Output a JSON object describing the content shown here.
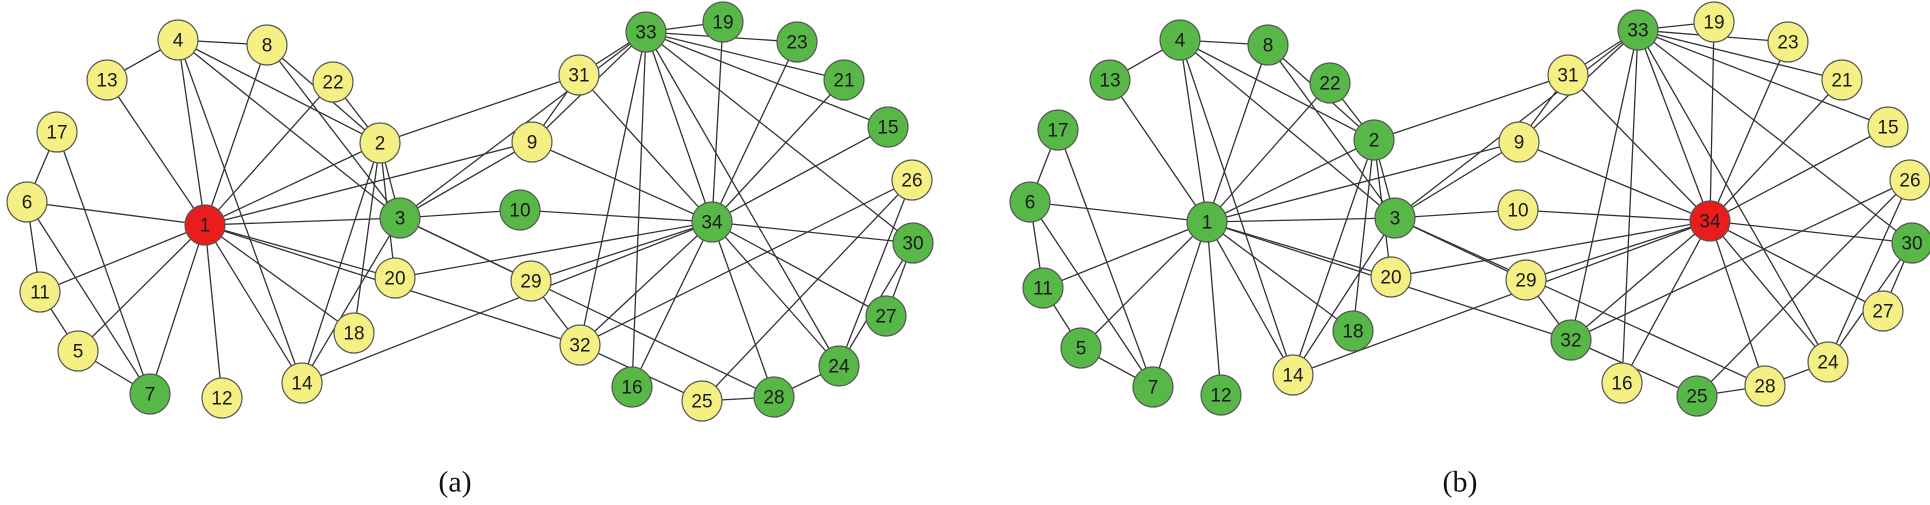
{
  "colors": {
    "yellow": "#f5f083",
    "green": "#58b847",
    "red": "#ea1c1c",
    "edge": "#333333"
  },
  "panels": [
    {
      "id": "a",
      "caption": "(a)",
      "node_colors": {
        "1": "red",
        "2": "yellow",
        "3": "green",
        "4": "yellow",
        "5": "yellow",
        "6": "yellow",
        "7": "green",
        "8": "yellow",
        "9": "yellow",
        "10": "green",
        "11": "yellow",
        "12": "yellow",
        "13": "yellow",
        "14": "yellow",
        "15": "green",
        "16": "green",
        "17": "yellow",
        "18": "yellow",
        "19": "green",
        "20": "yellow",
        "21": "green",
        "22": "yellow",
        "23": "green",
        "24": "green",
        "25": "yellow",
        "26": "yellow",
        "27": "green",
        "28": "green",
        "29": "yellow",
        "30": "green",
        "31": "yellow",
        "32": "yellow",
        "33": "green",
        "34": "green"
      }
    },
    {
      "id": "b",
      "caption": "(b)",
      "node_colors": {
        "1": "green",
        "2": "green",
        "3": "green",
        "4": "green",
        "5": "green",
        "6": "green",
        "7": "green",
        "8": "green",
        "9": "yellow",
        "10": "yellow",
        "11": "green",
        "12": "green",
        "13": "green",
        "14": "yellow",
        "15": "yellow",
        "16": "yellow",
        "17": "green",
        "18": "green",
        "19": "yellow",
        "20": "yellow",
        "21": "yellow",
        "22": "green",
        "23": "yellow",
        "24": "yellow",
        "25": "green",
        "26": "yellow",
        "27": "yellow",
        "28": "yellow",
        "29": "yellow",
        "30": "green",
        "31": "yellow",
        "32": "green",
        "33": "green",
        "34": "red"
      }
    }
  ],
  "edges": [
    [
      1,
      2
    ],
    [
      1,
      3
    ],
    [
      1,
      4
    ],
    [
      1,
      5
    ],
    [
      1,
      6
    ],
    [
      1,
      7
    ],
    [
      1,
      8
    ],
    [
      1,
      9
    ],
    [
      1,
      11
    ],
    [
      1,
      12
    ],
    [
      1,
      13
    ],
    [
      1,
      14
    ],
    [
      1,
      18
    ],
    [
      1,
      20
    ],
    [
      1,
      22
    ],
    [
      1,
      32
    ],
    [
      2,
      3
    ],
    [
      2,
      4
    ],
    [
      2,
      8
    ],
    [
      2,
      14
    ],
    [
      2,
      18
    ],
    [
      2,
      20
    ],
    [
      2,
      22
    ],
    [
      2,
      31
    ],
    [
      3,
      4
    ],
    [
      3,
      8
    ],
    [
      3,
      9
    ],
    [
      3,
      10
    ],
    [
      3,
      14
    ],
    [
      3,
      28
    ],
    [
      3,
      29
    ],
    [
      3,
      33
    ],
    [
      4,
      8
    ],
    [
      4,
      13
    ],
    [
      4,
      14
    ],
    [
      5,
      7
    ],
    [
      5,
      11
    ],
    [
      6,
      7
    ],
    [
      6,
      11
    ],
    [
      6,
      17
    ],
    [
      7,
      17
    ],
    [
      9,
      31
    ],
    [
      9,
      33
    ],
    [
      9,
      34
    ],
    [
      10,
      34
    ],
    [
      14,
      34
    ],
    [
      15,
      33
    ],
    [
      15,
      34
    ],
    [
      16,
      33
    ],
    [
      16,
      34
    ],
    [
      19,
      33
    ],
    [
      19,
      34
    ],
    [
      20,
      34
    ],
    [
      21,
      33
    ],
    [
      21,
      34
    ],
    [
      23,
      33
    ],
    [
      23,
      34
    ],
    [
      24,
      26
    ],
    [
      24,
      28
    ],
    [
      24,
      30
    ],
    [
      24,
      33
    ],
    [
      24,
      34
    ],
    [
      25,
      26
    ],
    [
      25,
      28
    ],
    [
      25,
      32
    ],
    [
      26,
      32
    ],
    [
      27,
      30
    ],
    [
      27,
      34
    ],
    [
      28,
      34
    ],
    [
      29,
      32
    ],
    [
      29,
      34
    ],
    [
      30,
      33
    ],
    [
      30,
      34
    ],
    [
      31,
      33
    ],
    [
      31,
      34
    ],
    [
      32,
      33
    ],
    [
      32,
      34
    ],
    [
      33,
      34
    ]
  ]
}
